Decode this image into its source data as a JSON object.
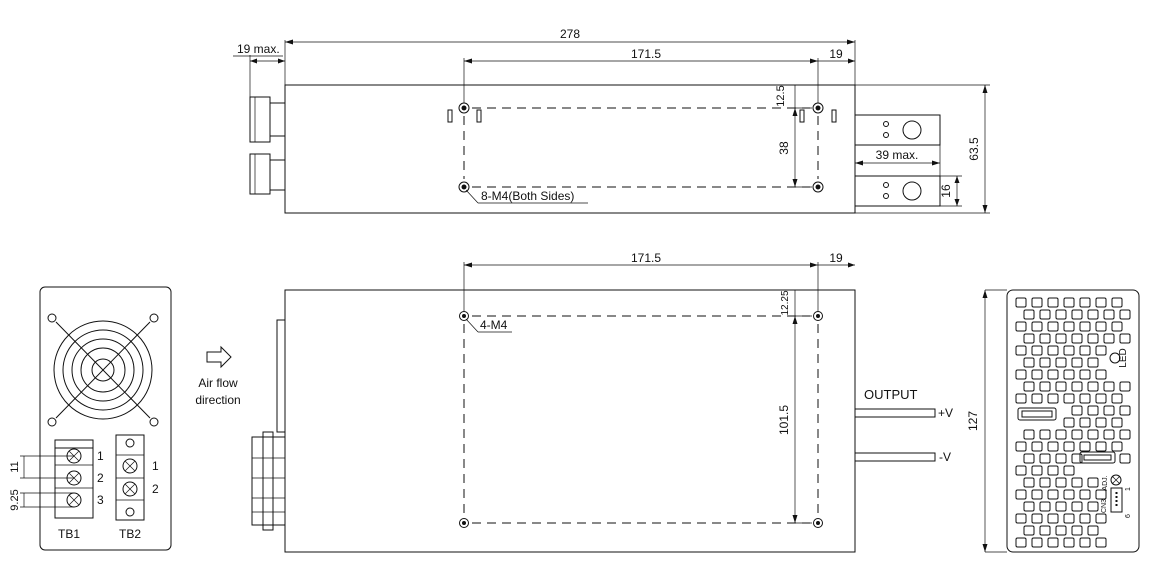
{
  "top_view": {
    "overall_length": "278",
    "front_protrusion": "19 max.",
    "hole_spacing_x": "171.5",
    "hole_offset_right": "19",
    "hole_offset_top": "12.5",
    "hole_spacing_y": "38",
    "height": "63.5",
    "terminal_protrusion": "39 max.",
    "terminal_height": "16",
    "hole_note": "8-M4(Both Sides)"
  },
  "side_view": {
    "hole_spacing_x": "171.5",
    "hole_offset_right": "19",
    "hole_offset_top": "12.25",
    "hole_spacing_y": "101.5",
    "hole_note": "4-M4",
    "output_label": "OUTPUT",
    "plus_v_label": "+V",
    "minus_v_label": "-V"
  },
  "end_view": {
    "height": "127",
    "led_label": "LED",
    "adj_label": "ADJ.",
    "cn3_label": "CN3",
    "pin1_label": "1",
    "pin6_label": "6"
  },
  "input_view": {
    "airflow_label_line1": "Air flow",
    "airflow_label_line2": "direction",
    "tb1_label": "TB1",
    "tb2_label": "TB2",
    "tb1_pins": [
      "1",
      "2",
      "3"
    ],
    "tb2_pins": [
      "1",
      "2"
    ],
    "pitch_dim": "11",
    "lower_pitch_dim": "9.25"
  }
}
